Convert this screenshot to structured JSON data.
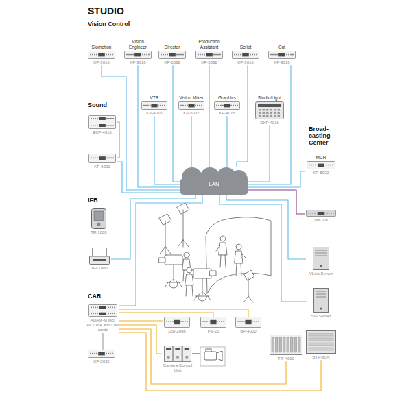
{
  "diagram": {
    "title": "STUDIO",
    "nodes": [
      {
        "text": [
          "Slomotion",
          "KP-3016"
        ]
      },
      {
        "text": [
          "Vision Engineer",
          "KP-3016"
        ]
      },
      {
        "text": [
          "Director",
          "KP-5032"
        ]
      },
      {
        "text": [
          "Production Assistant",
          "KP-5032"
        ]
      },
      {
        "text": [
          "Script",
          "KP-3016"
        ]
      },
      {
        "text": [
          "Cut",
          "KP-3016"
        ]
      },
      {
        "text": [
          "VTR",
          "KP-4016"
        ]
      },
      {
        "text": [
          "Vision Mixer",
          "KP-5032"
        ]
      },
      {
        "text": [
          "Graphics",
          "KP-4016"
        ]
      },
      {
        "text": [
          "Studio/Light",
          "DKP-4016"
        ]
      },
      {
        "text": [
          "EKP-4016"
        ]
      },
      {
        "text": [
          "KP-5032"
        ]
      },
      {
        "text": [
          "LAN"
        ]
      },
      {
        "text": [
          "MCR",
          "KP-5032"
        ]
      },
      {
        "text": [
          "TM-10K"
        ]
      },
      {
        "text": [
          "VLink Server"
        ]
      },
      {
        "text": [
          "SIP Server"
        ]
      },
      {
        "text": [
          "TR-1800"
        ]
      },
      {
        "text": [
          "AP-1800"
        ]
      },
      {
        "text": [
          "ADAM-M incl. AIO-16A and OMI cards"
        ]
      },
      {
        "text": [
          "KP-5032"
        ]
      },
      {
        "text": [
          "DSI-2008"
        ]
      },
      {
        "text": [
          "PS-20"
        ]
      },
      {
        "text": [
          "BP-4000"
        ]
      },
      {
        "text": [
          "Camera Control Unit"
        ]
      },
      {
        "text": [
          "TIF 4000"
        ]
      },
      {
        "text": [
          "BTR-80N"
        ]
      }
    ],
    "edges": [
      {
        "from": 0,
        "to": 12,
        "arrow": "none"
      },
      {
        "from": 1,
        "to": 12,
        "arrow": "none"
      },
      {
        "from": 2,
        "to": 12,
        "arrow": "none"
      },
      {
        "from": 3,
        "to": 12,
        "arrow": "none"
      },
      {
        "from": 4,
        "to": 12,
        "arrow": "none"
      },
      {
        "from": 5,
        "to": 12,
        "arrow": "none"
      },
      {
        "from": 6,
        "to": 12,
        "arrow": "none"
      },
      {
        "from": 7,
        "to": 12,
        "arrow": "none"
      },
      {
        "from": 8,
        "to": 12,
        "arrow": "none"
      },
      {
        "from": 9,
        "to": 12,
        "arrow": "none"
      },
      {
        "from": 10,
        "to": 11,
        "arrow": "none"
      },
      {
        "from": 11,
        "to": 12,
        "arrow": "none"
      },
      {
        "from": 13,
        "to": 12,
        "arrow": "none"
      },
      {
        "from": 14,
        "to": 12,
        "arrow": "none"
      },
      {
        "from": 15,
        "to": 12,
        "arrow": "none"
      },
      {
        "from": 16,
        "to": 12,
        "arrow": "none"
      },
      {
        "from": 18,
        "to": 12,
        "arrow": "none"
      },
      {
        "from": 19,
        "to": 12,
        "arrow": "none"
      },
      {
        "from": 19,
        "to": 20,
        "arrow": "none"
      },
      {
        "from": 19,
        "to": 21,
        "arrow": "none"
      },
      {
        "from": 19,
        "to": 22,
        "arrow": "none"
      },
      {
        "from": 19,
        "to": 23,
        "arrow": "none"
      },
      {
        "from": 19,
        "to": 24,
        "arrow": "none"
      },
      {
        "from": 19,
        "to": 25,
        "arrow": "none"
      },
      {
        "from": 19,
        "to": 26,
        "arrow": "none"
      }
    ],
    "labels": [
      "Vision Control",
      "Sound",
      "IFB",
      "CAR",
      "Broad-casting Center"
    ]
  }
}
